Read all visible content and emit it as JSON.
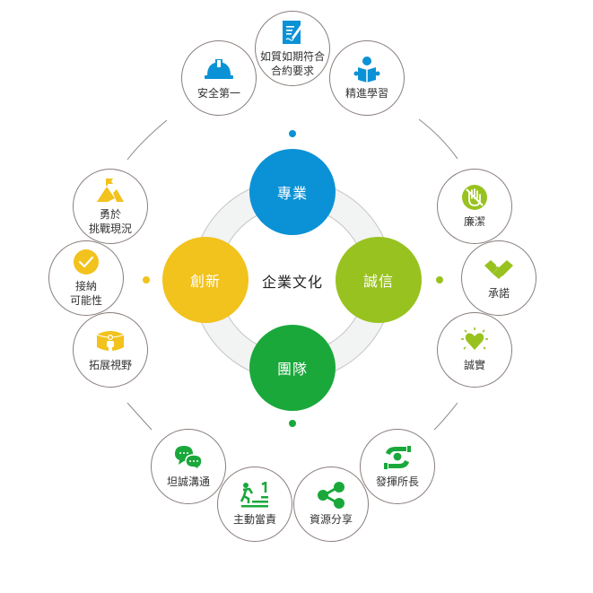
{
  "center": {
    "title": "企業文化"
  },
  "colors": {
    "professional": "#0b92d6",
    "integrity": "#98c21f",
    "team": "#1aa83b",
    "innovation": "#f2c21d",
    "ring_fill": "#f4f5f5",
    "ring_stroke": "#bbbbbb",
    "node_border": "#8a7f7c"
  },
  "cores": [
    {
      "key": "professional",
      "label": "專業"
    },
    {
      "key": "integrity",
      "label": "誠信"
    },
    {
      "key": "team",
      "label": "團隊"
    },
    {
      "key": "innovation",
      "label": "創新"
    }
  ],
  "groups": {
    "professional": [
      {
        "label": "安全第一",
        "icon": "hard-hat-icon"
      },
      {
        "label": "如質如期符合\n合約要求",
        "icon": "signed-document-icon"
      },
      {
        "label": "精進學習",
        "icon": "reading-person-icon"
      }
    ],
    "integrity": [
      {
        "label": "廉潔",
        "icon": "no-bribe-hand-icon"
      },
      {
        "label": "承諾",
        "icon": "handshake-icon"
      },
      {
        "label": "誠實",
        "icon": "shining-heart-icon"
      }
    ],
    "team": [
      {
        "label": "坦誠溝通",
        "icon": "chat-bubbles-icon"
      },
      {
        "label": "主動當責",
        "icon": "climbing-stairs-icon"
      },
      {
        "label": "資源分享",
        "icon": "share-icon"
      },
      {
        "label": "發揮所長",
        "icon": "hands-lightbulb-icon"
      }
    ],
    "innovation": [
      {
        "label": "勇於\n挑戰現況",
        "icon": "mountain-flag-icon"
      },
      {
        "label": "接納\n可能性",
        "icon": "check-badge-icon"
      },
      {
        "label": "拓展視野",
        "icon": "person-panorama-icon"
      }
    ]
  }
}
